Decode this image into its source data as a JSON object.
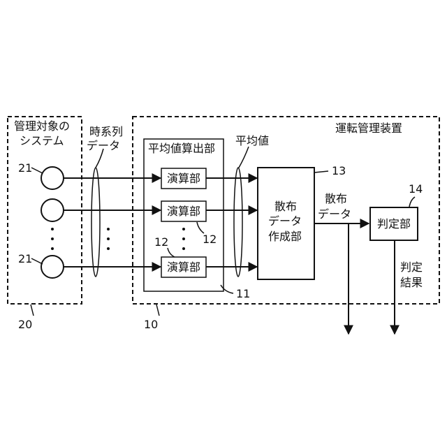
{
  "managed_system": {
    "label_line1": "管理対象の",
    "label_line2": "システム",
    "ref": "20",
    "sensor_ref_top": "21",
    "sensor_ref_bottom": "21"
  },
  "timeseries": {
    "label_line1": "時系列",
    "label_line2": "データ"
  },
  "operation_manager": {
    "label": "運転管理装置",
    "ref": "10"
  },
  "average_calculator": {
    "label": "平均値算出部",
    "ref": "11",
    "unit_label": "演算部",
    "unit_ref_a": "12",
    "unit_ref_b": "12"
  },
  "average_value": {
    "label": "平均値"
  },
  "scatter_creator": {
    "line1": "散布",
    "line2": "データ",
    "line3": "作成部",
    "ref": "13"
  },
  "scatter_data": {
    "line1": "散布",
    "line2": "データ"
  },
  "judge": {
    "label": "判定部",
    "ref": "14"
  },
  "judge_result": {
    "line1": "判定",
    "line2": "結果"
  },
  "colors": {
    "stroke": "#111111",
    "background": "#ffffff"
  }
}
